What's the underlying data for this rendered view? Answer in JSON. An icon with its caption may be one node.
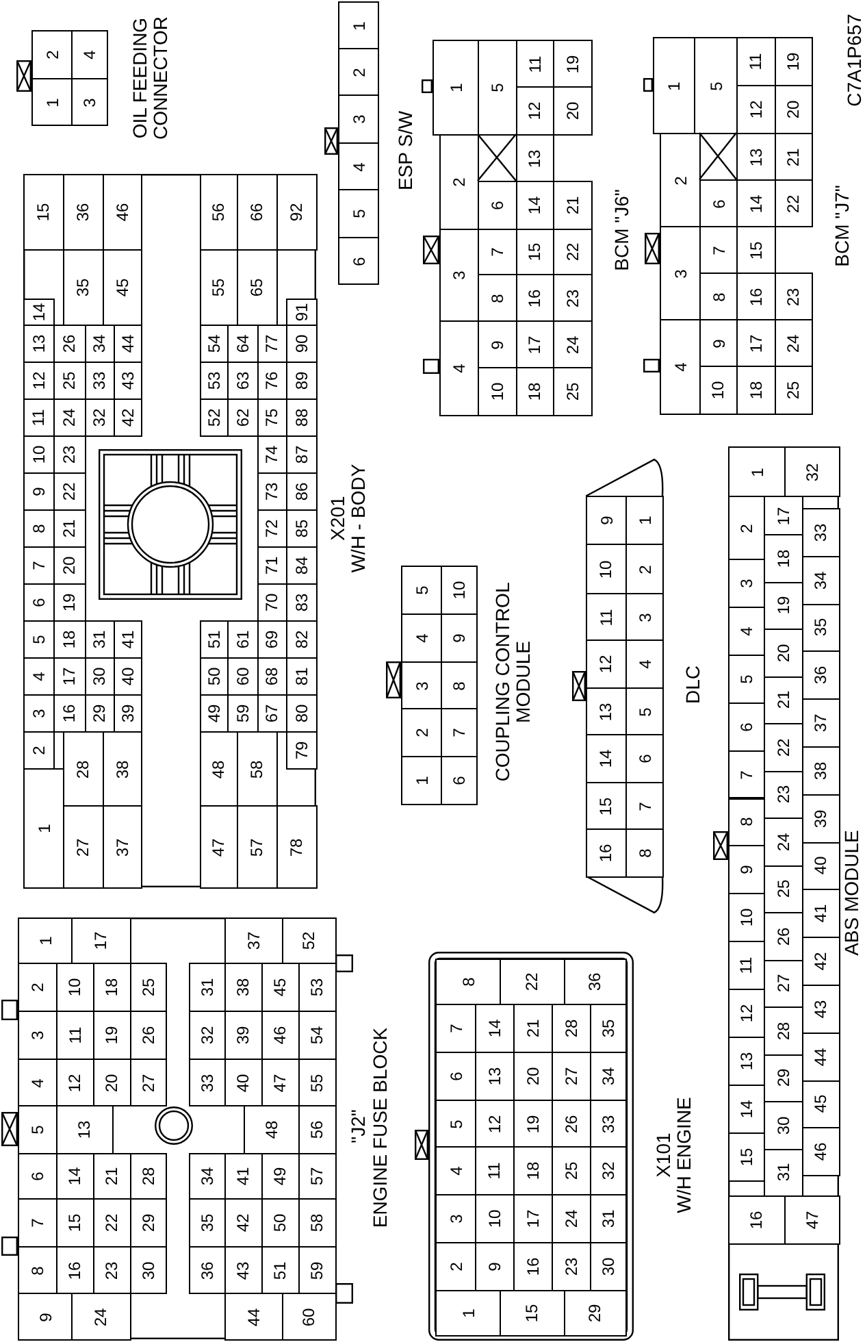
{
  "diagram": {
    "nodes": [
      {
        "text": [
          "OIL FEEDING CONNECTOR",
          "1",
          "2",
          "3",
          "4"
        ]
      },
      {
        "text": [
          "ESP S/W",
          "1",
          "2",
          "3",
          "4",
          "5",
          "6"
        ]
      },
      {
        "text": [
          "BCM \"J6\"",
          "1",
          "2",
          "3",
          "4",
          "5",
          "6",
          "7",
          "8",
          "9",
          "10",
          "11",
          "12",
          "13",
          "14",
          "15",
          "16",
          "17",
          "18",
          "19",
          "20",
          "21",
          "22",
          "23",
          "24",
          "25"
        ]
      },
      {
        "text": [
          "BCM \"J7\"",
          "1",
          "2",
          "3",
          "4",
          "5",
          "6",
          "7",
          "8",
          "9",
          "10",
          "11",
          "12",
          "13",
          "14",
          "15",
          "16",
          "17",
          "18",
          "19",
          "20",
          "21",
          "22",
          "23",
          "24",
          "25"
        ]
      },
      {
        "text": [
          "X201",
          "W/H - BODY",
          "1",
          "2",
          "3",
          "4",
          "5",
          "6",
          "7",
          "8",
          "9",
          "10",
          "11",
          "12",
          "13",
          "14",
          "15",
          "16",
          "17",
          "18",
          "19",
          "20",
          "21",
          "22",
          "23",
          "24",
          "25",
          "26",
          "27",
          "28",
          "29",
          "30",
          "31",
          "32",
          "33",
          "34",
          "35",
          "36",
          "37",
          "38",
          "39",
          "40",
          "41",
          "42",
          "43",
          "44",
          "45",
          "46",
          "47",
          "48",
          "49",
          "50",
          "51",
          "52",
          "53",
          "54",
          "55",
          "56",
          "57",
          "58",
          "59",
          "60",
          "61",
          "62",
          "63",
          "64",
          "65",
          "66",
          "67",
          "68",
          "69",
          "70",
          "71",
          "72",
          "73",
          "74",
          "75",
          "76",
          "77",
          "78",
          "79",
          "80",
          "81",
          "82",
          "83",
          "84",
          "85",
          "86",
          "87",
          "88",
          "89",
          "90",
          "91",
          "92"
        ]
      },
      {
        "text": [
          "COUPLING CONTROL MODULE",
          "1",
          "2",
          "3",
          "4",
          "5",
          "6",
          "7",
          "8",
          "9",
          "10"
        ]
      },
      {
        "text": [
          "DLC",
          "1",
          "2",
          "3",
          "4",
          "5",
          "6",
          "7",
          "8",
          "9",
          "10",
          "11",
          "12",
          "13",
          "14",
          "15",
          "16"
        ]
      },
      {
        "text": [
          "ABS MODULE",
          "1",
          "2",
          "3",
          "4",
          "5",
          "6",
          "7",
          "8",
          "9",
          "10",
          "11",
          "12",
          "13",
          "14",
          "15",
          "16",
          "17",
          "18",
          "19",
          "20",
          "21",
          "22",
          "23",
          "24",
          "25",
          "26",
          "27",
          "28",
          "29",
          "30",
          "31",
          "32",
          "33",
          "34",
          "35",
          "36",
          "37",
          "38",
          "39",
          "40",
          "41",
          "42",
          "43",
          "44",
          "45",
          "46",
          "47"
        ]
      },
      {
        "text": [
          "\"J2\"",
          "ENGINE FUSE BLOCK",
          "1",
          "2",
          "3",
          "4",
          "5",
          "6",
          "7",
          "8",
          "9",
          "10",
          "11",
          "12",
          "13",
          "14",
          "15",
          "16",
          "17",
          "18",
          "19",
          "20",
          "21",
          "22",
          "23",
          "24",
          "25",
          "26",
          "27",
          "28",
          "29",
          "30",
          "31",
          "32",
          "33",
          "34",
          "35",
          "36",
          "37",
          "38",
          "39",
          "40",
          "41",
          "42",
          "43",
          "44",
          "45",
          "46",
          "47",
          "48",
          "49",
          "50",
          "51",
          "52",
          "53",
          "54",
          "55",
          "56",
          "57",
          "58",
          "59",
          "60"
        ]
      },
      {
        "text": [
          "X101",
          "W/H ENGINE",
          "1",
          "2",
          "3",
          "4",
          "5",
          "6",
          "7",
          "8",
          "9",
          "10",
          "11",
          "12",
          "13",
          "14",
          "15",
          "16",
          "17",
          "18",
          "19",
          "20",
          "21",
          "22",
          "23",
          "24",
          "25",
          "26",
          "27",
          "28",
          "29",
          "30",
          "31",
          "32",
          "33",
          "34",
          "35",
          "36"
        ]
      }
    ],
    "labels": [
      "C7A1P657"
    ]
  }
}
